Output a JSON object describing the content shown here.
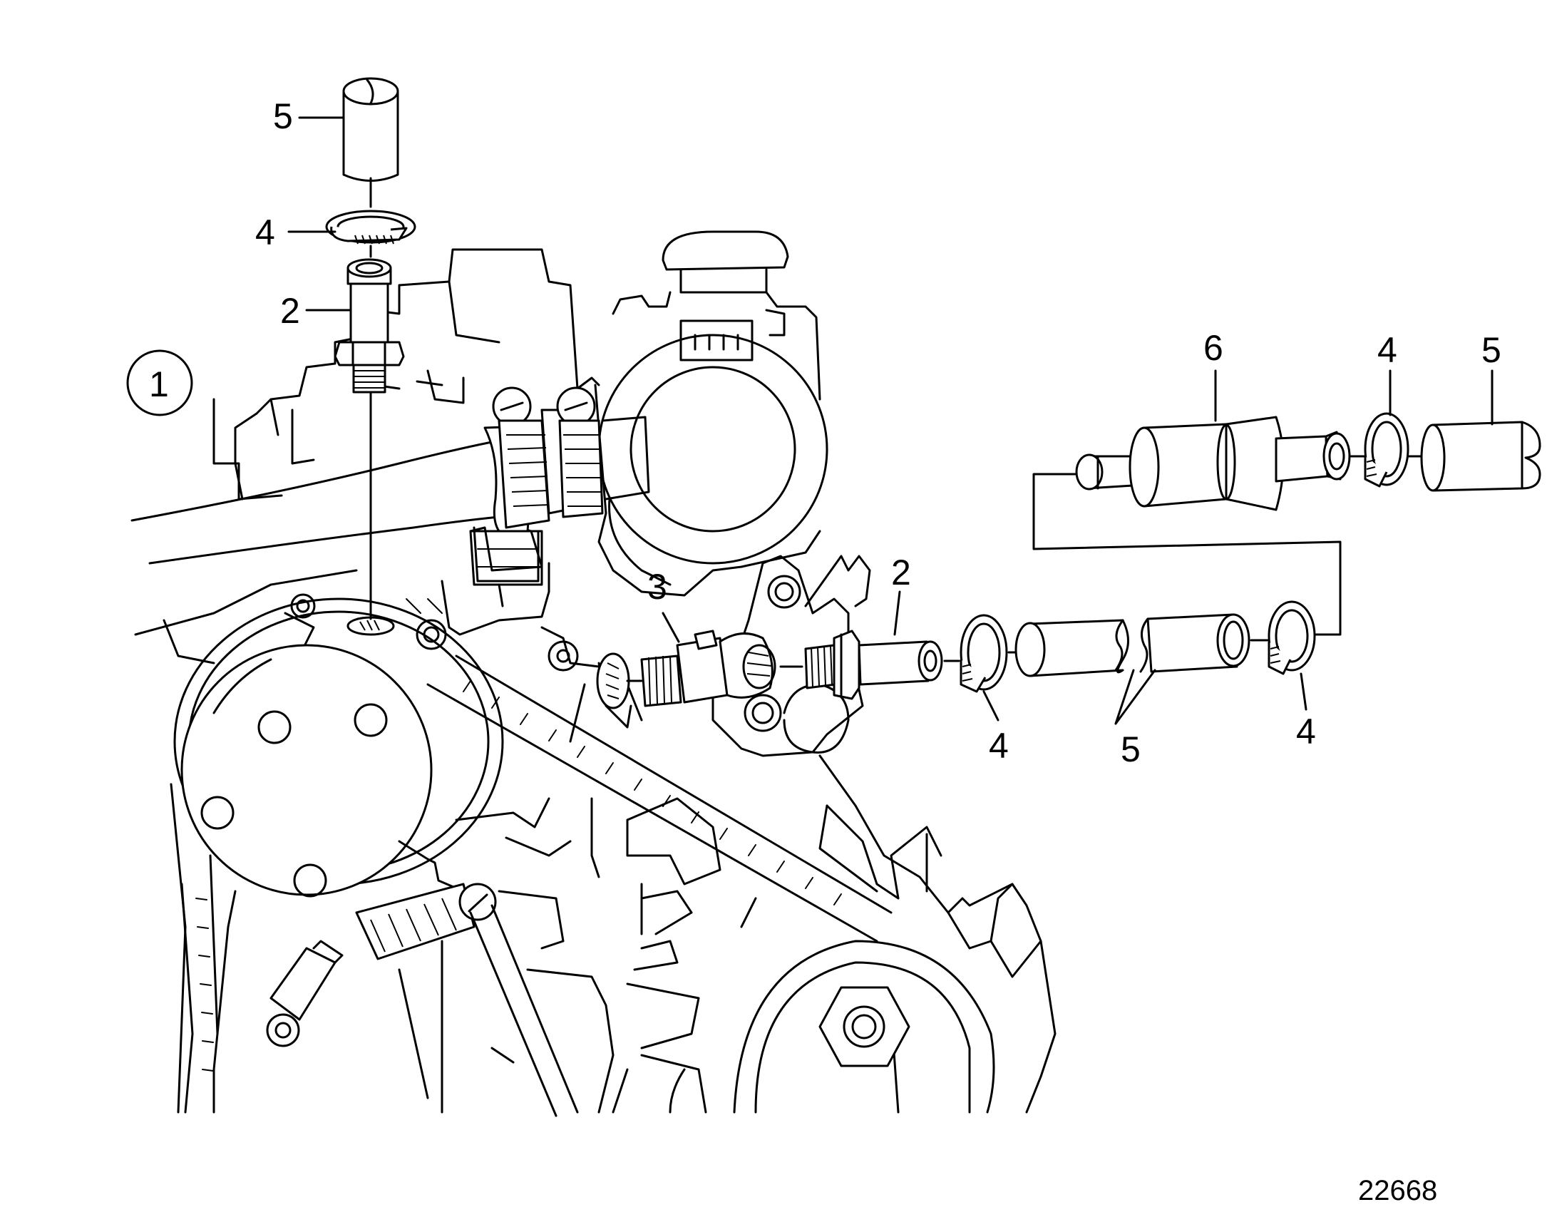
{
  "diagram": {
    "callouts": {
      "top_hose": "5",
      "top_clamp": "4",
      "top_nipple": "2",
      "assembly_circle": "1",
      "sender": "3",
      "side_nipple": "2",
      "clamp_left": "4",
      "hoses_pair": "5",
      "clamp_right": "4",
      "filter": "6",
      "filter_clamp": "4",
      "filter_hose": "5"
    },
    "figure_code": "22668",
    "icons": [
      "engine-block-outline",
      "pulley-icon",
      "hose-clamp-icon",
      "hose-nipple-icon",
      "sensor-icon",
      "filter-icon"
    ]
  }
}
